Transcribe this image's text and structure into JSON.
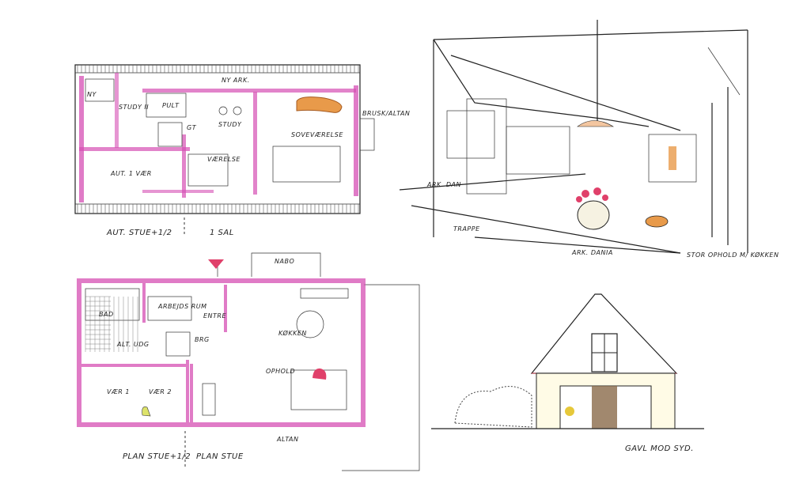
{
  "colors": {
    "wall": "#d64fb4",
    "ink": "#222222",
    "accent_orange": "#e89a4a",
    "accent_red": "#e0406a"
  },
  "upper_plan": {
    "rooms": {
      "alt_room": "AUT. 1 VÆR",
      "bedroom": "SOVEVÆRELSE",
      "room": "VÆRELSE",
      "study": "STUDY",
      "study2": "STUDY II",
      "desk": "PULT",
      "new_dormer": "NY ARK.",
      "balcony": "BRUSK/ALTAN",
      "bath": "NY",
      "stair": "GT"
    },
    "caption_left": "AUT. STUE+1/2",
    "caption_right": "1 SAL"
  },
  "ground_plan": {
    "rooms": {
      "bath": "BAD",
      "work": "ARBEJDS RUM",
      "entry": "ENTRE",
      "kitchen": "KØKKEN",
      "living": "OPHOLD",
      "room1": "VÆR 1",
      "room2": "VÆR 2",
      "alt_exit": "ALT. UDG",
      "neighbour": "NABO",
      "terrace": "ALTAN",
      "utility": "BRG"
    },
    "caption_left": "PLAN STUE+1/2",
    "caption_right": "PLAN STUE"
  },
  "perspective": {
    "labels": {
      "stair": "TRAPPE",
      "left": "ARK. DAN",
      "center": "ARK. DANIA",
      "right": "STOR OPHOLD M/ KØKKEN"
    }
  },
  "elevation": {
    "caption": "GAVL MOD SYD."
  }
}
